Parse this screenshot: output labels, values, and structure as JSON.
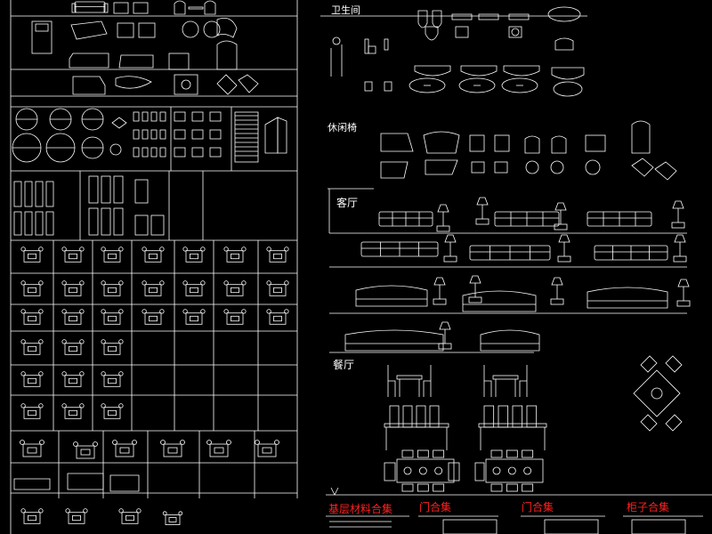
{
  "drawing": {
    "background": "#000000",
    "line_color": "#ffffff",
    "accent_color": "#ff2020"
  },
  "sections": {
    "bathroom": {
      "title": "卫生间"
    },
    "lounge_chair": {
      "title": "休闲椅"
    },
    "living_room": {
      "title": "客厅"
    },
    "dining_room": {
      "title": "餐厅"
    }
  },
  "collections": {
    "base_material": "基层材料合集",
    "door_1": "门合集",
    "door_2": "门合集",
    "cabinet": "柜子合集"
  },
  "icons": [
    "sofa-elevation-icon",
    "chair-elevation-icon",
    "bed-plan-icon",
    "armchair-plan-icon",
    "round-table-icon",
    "toilet-icon",
    "washbasin-icon",
    "bathtub-icon",
    "lamp-icon",
    "dining-table-icon",
    "sofa-plan-icon",
    "door-swing-icon"
  ]
}
